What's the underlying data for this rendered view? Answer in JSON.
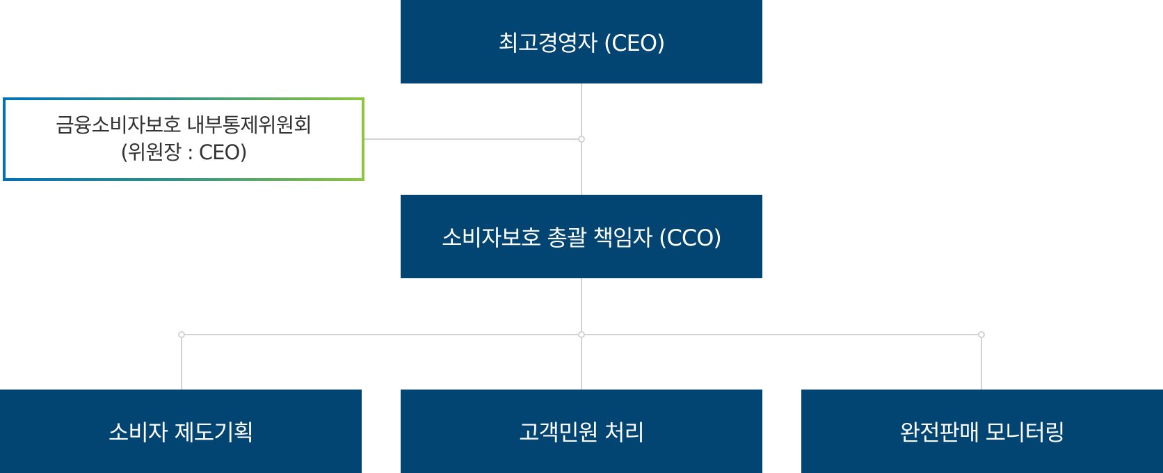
{
  "diagram": {
    "type": "org-chart",
    "colors": {
      "box_fill": "#024472",
      "box_text": "#ffffff",
      "connector": "#d2d2d2",
      "committee_border_start": "#0071b8",
      "committee_border_end": "#8dc63f",
      "committee_text": "#333333"
    },
    "ceo": {
      "label": "최고경영자 (CEO)"
    },
    "committee": {
      "line1": "금융소비자보호 내부통제위원회",
      "line2": "(위원장 : CEO)"
    },
    "cco": {
      "label": "소비자보호 총괄 책임자 (CCO)"
    },
    "departments": [
      {
        "label": "소비자 제도기획"
      },
      {
        "label": "고객민원 처리"
      },
      {
        "label": "완전판매 모니터링"
      }
    ]
  }
}
